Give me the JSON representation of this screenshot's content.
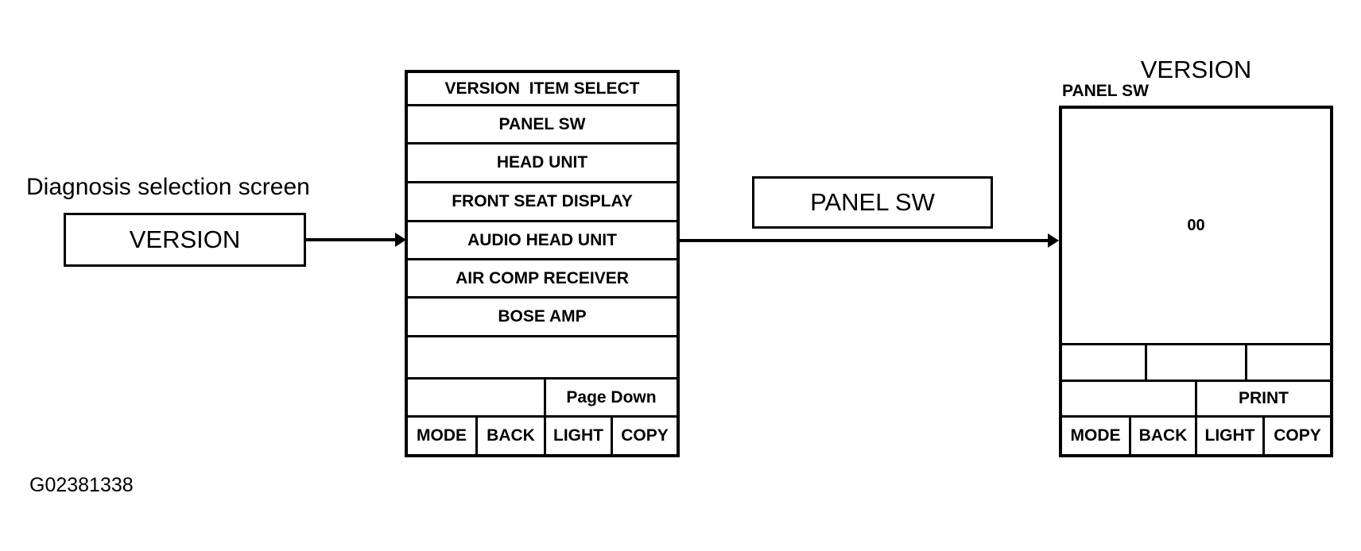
{
  "figure": {
    "id_label": "G02381338"
  },
  "colors": {
    "ink": "#000000",
    "paper": "#ffffff"
  },
  "diagnosis": {
    "caption": "Diagnosis selection screen",
    "entry_button": "VERSION"
  },
  "version_item_select_screen": {
    "header": "VERSION  ITEM SELECT",
    "menu_items": [
      "PANEL SW",
      "HEAD UNIT",
      "FRONT SEAT DISPLAY",
      "AUDIO HEAD UNIT",
      "AIR COMP RECEIVER",
      "BOSE AMP"
    ],
    "page_down_label": "Page Down",
    "hard_buttons": [
      "MODE",
      "BACK",
      "LIGHT",
      "COPY"
    ]
  },
  "transition": {
    "selected_item": "PANEL SW"
  },
  "panel_sw_screen": {
    "title": "VERSION",
    "subtitle": "PANEL SW",
    "display_value": "00",
    "print_label": "PRINT",
    "hard_buttons": [
      "MODE",
      "BACK",
      "LIGHT",
      "COPY"
    ]
  }
}
